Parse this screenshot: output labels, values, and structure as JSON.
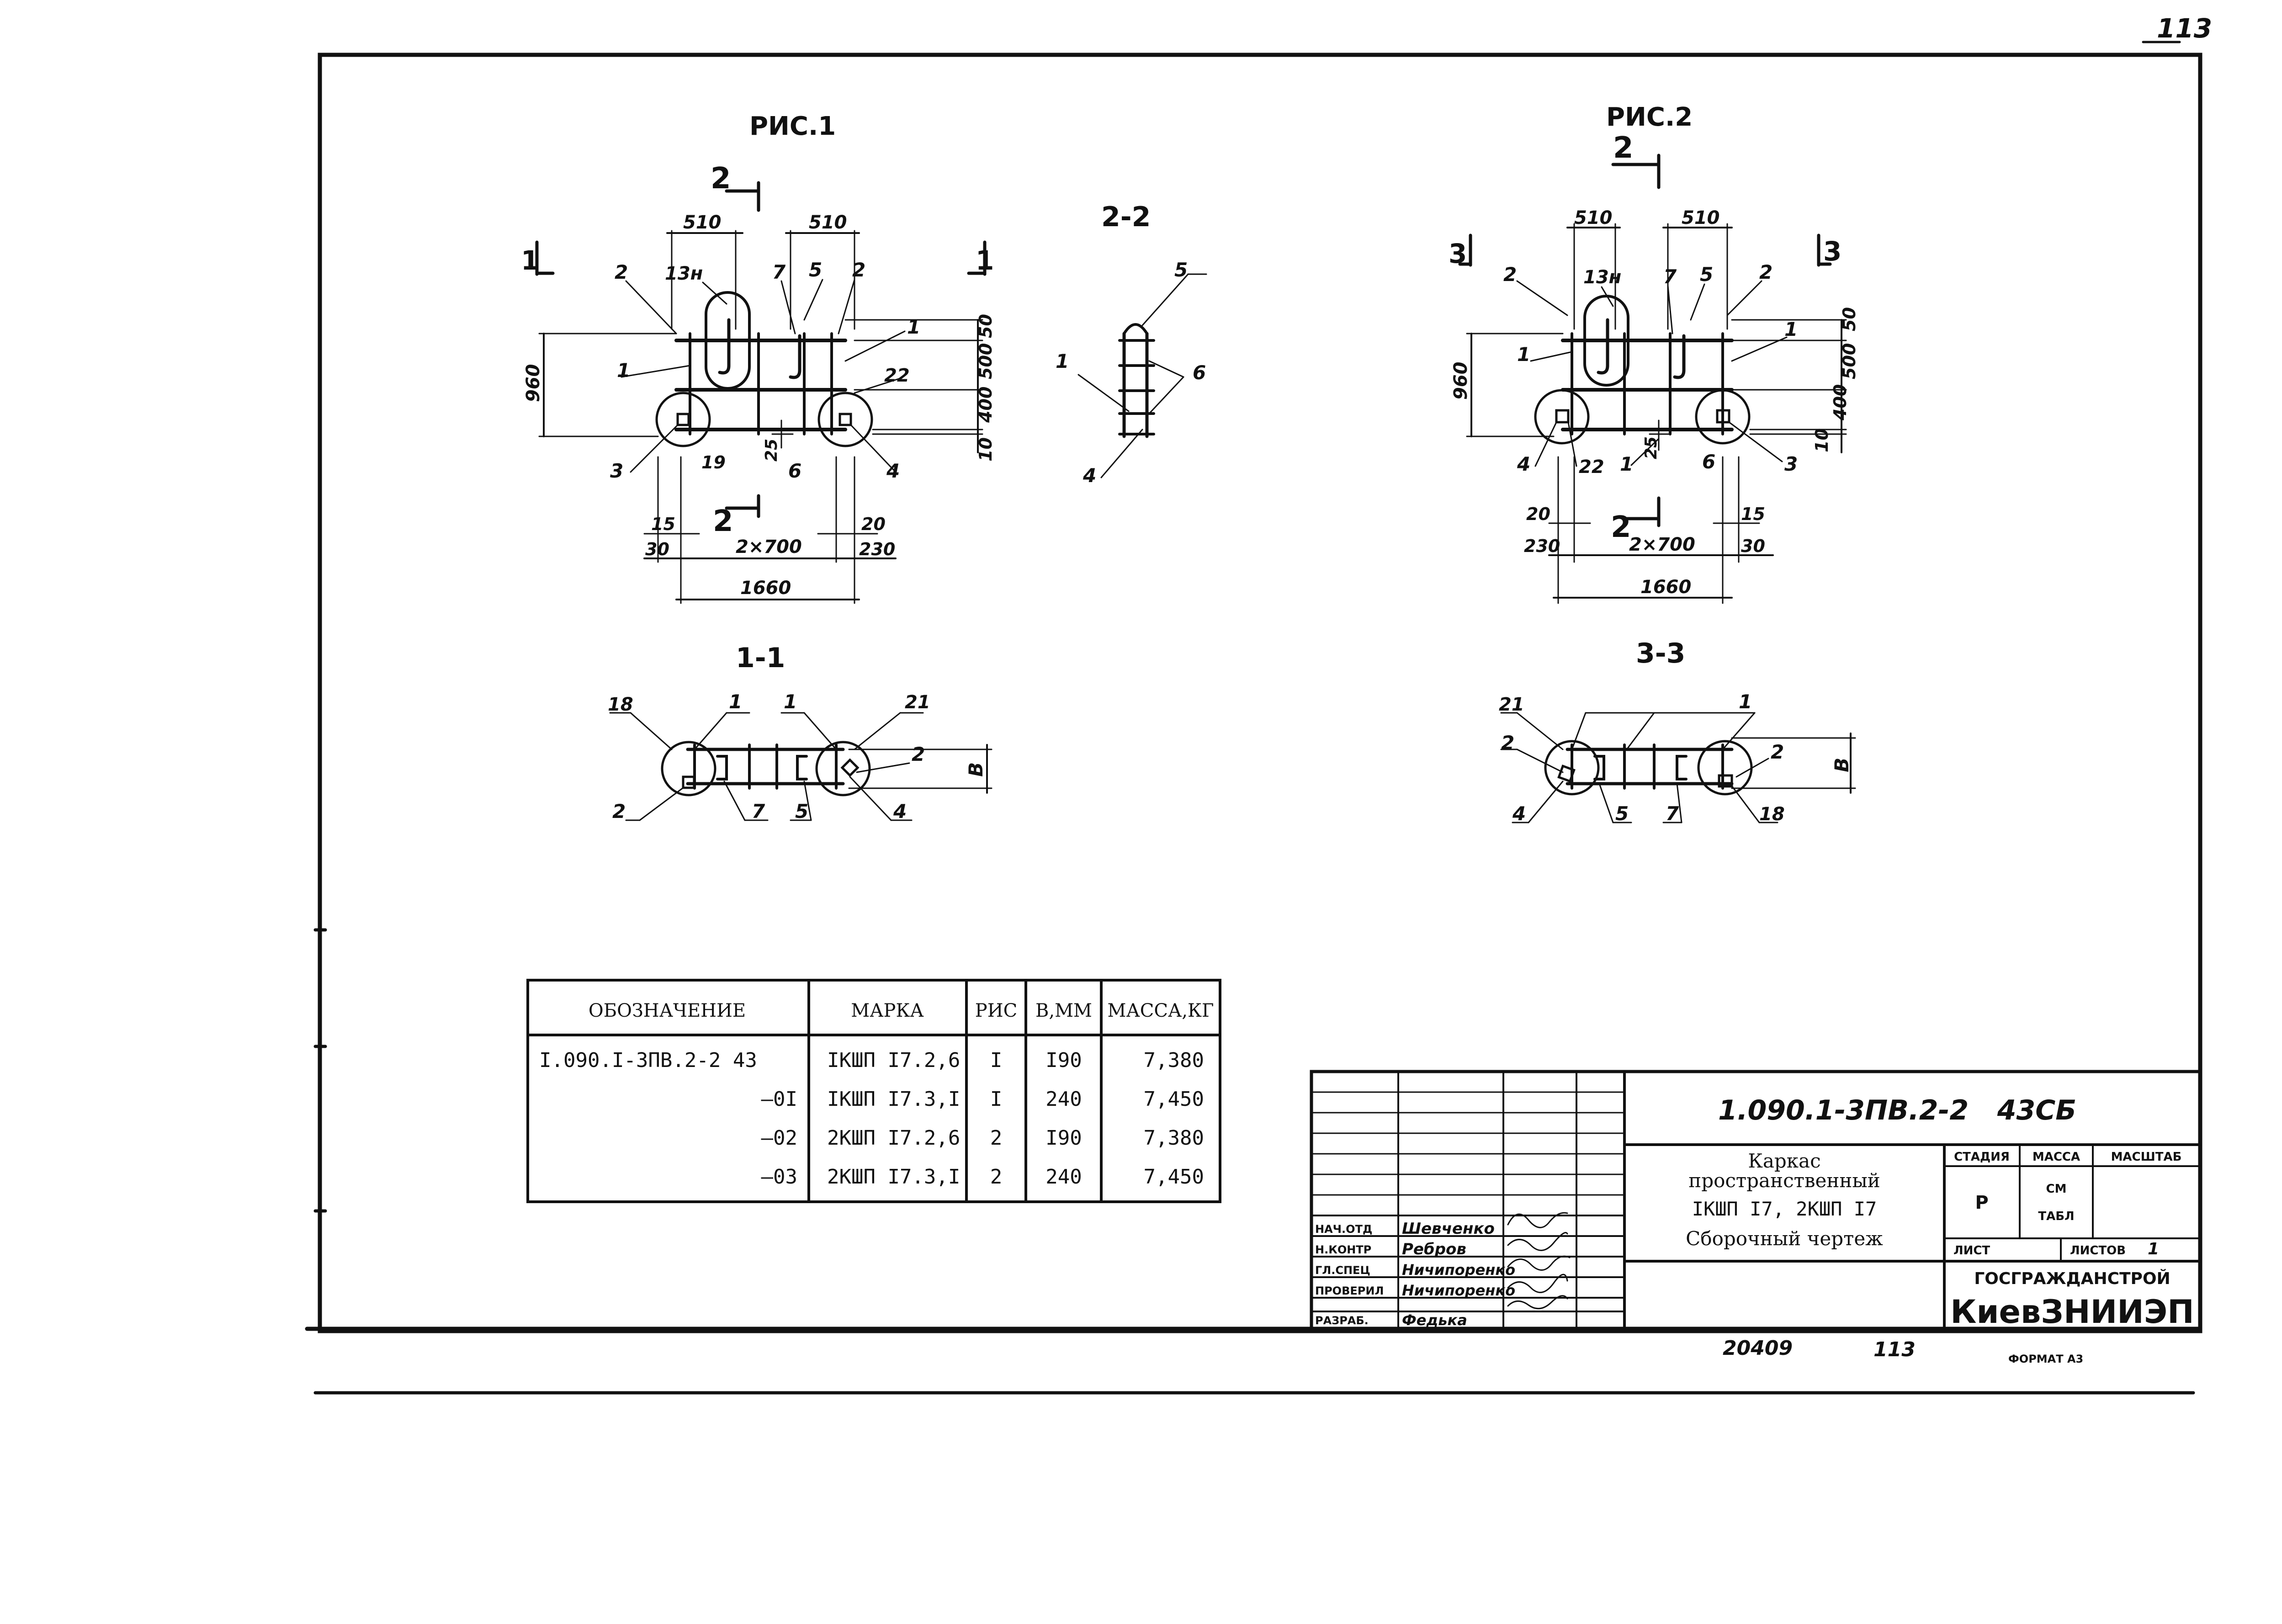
{
  "sheet_number": "113",
  "figures": {
    "fig1": {
      "title": "РИС.1",
      "cut_mark": "2",
      "section_1_mark": "1",
      "dims_top": [
        "510",
        "510"
      ],
      "dim_height": "960",
      "dims_right": [
        "50",
        "500",
        "400",
        "10"
      ],
      "dim_25": "25",
      "dims_bottom_left": [
        "15",
        "30"
      ],
      "dims_bottom_right": [
        "20",
        "230"
      ],
      "dim_span": "2×700",
      "dim_total": "1660",
      "callouts": [
        "2",
        "13н",
        "7",
        "5",
        "2",
        "1",
        "1",
        "22",
        "3",
        "19",
        "6",
        "4"
      ]
    },
    "section22": {
      "title": "2-2",
      "callouts": [
        "5",
        "1",
        "6",
        "4"
      ]
    },
    "fig2": {
      "title": "РИС.2",
      "cut_mark": "2",
      "section_3_mark": "3",
      "dims_top": [
        "510",
        "510"
      ],
      "dim_height": "960",
      "dims_right": [
        "50",
        "500",
        "400",
        "10"
      ],
      "dim_25": "25",
      "dims_bottom_left": [
        "20",
        "230"
      ],
      "dims_bottom_right": [
        "15",
        "30"
      ],
      "dim_span": "2×700",
      "dim_total": "1660",
      "callouts": [
        "2",
        "13н",
        "7",
        "5",
        "2",
        "1",
        "1",
        "4",
        "22",
        "1",
        "6",
        "3"
      ]
    },
    "section11": {
      "title": "1-1",
      "callouts": [
        "18",
        "1",
        "1",
        "21",
        "2",
        "2",
        "7",
        "5",
        "4"
      ],
      "dim_b": "В"
    },
    "section33": {
      "title": "3-3",
      "callouts": [
        "21",
        "1",
        "2",
        "2",
        "4",
        "5",
        "7",
        "18"
      ],
      "dim_b": "В"
    }
  },
  "spec_table": {
    "headers": [
      "ОБОЗНАЧЕНИЕ",
      "МАРКА",
      "РИС",
      "В,ММ",
      "МАССА,КГ"
    ],
    "rows": [
      {
        "designation": "I.090.I-3ПВ.2-2 43",
        "mark": "IКШП I7.2,6",
        "fig": "I",
        "b": "I90",
        "mass": "7,380"
      },
      {
        "designation": "–0I",
        "mark": "IКШП I7.3,I",
        "fig": "I",
        "b": "240",
        "mass": "7,450"
      },
      {
        "designation": "–02",
        "mark": "2КШП I7.2,6",
        "fig": "2",
        "b": "I90",
        "mass": "7,380"
      },
      {
        "designation": "–03",
        "mark": "2КШП I7.3,I",
        "fig": "2",
        "b": "240",
        "mass": "7,450"
      }
    ]
  },
  "title_block": {
    "document_code": "1.090.1-3ПВ.2-2   43СБ",
    "title_lines": [
      "Каркас",
      "пространственный",
      "IКШП I7, 2КШП I7",
      "Сборочный чертеж"
    ],
    "stage_label": "СТАДИЯ",
    "mass_label": "МАССА",
    "scale_label": "МАСШТАБ",
    "stage_value": "Р",
    "mass_value_1": "СМ",
    "mass_value_2": "ТАБЛ",
    "sheet_label": "ЛИСТ",
    "sheets_label": "ЛИСТОВ",
    "sheets_value": "1",
    "org_name": "ГОСГРАЖДАНСТРОЙ",
    "org_institute": "КиевЗНИИЭП",
    "signatures": [
      {
        "role": "НАЧ.ОТД",
        "name": "Шевченко"
      },
      {
        "role": "Н.КОНТР",
        "name": "Ребров"
      },
      {
        "role": "ГЛ.СПЕЦ",
        "name": "Ничипоренко"
      },
      {
        "role": "ПРОВЕРИЛ",
        "name": "Ничипоренко"
      },
      {
        "role": "РАЗРАБ.",
        "name": "Федька"
      }
    ]
  },
  "footer": {
    "inventory_number": "20409",
    "page_number": "113",
    "format": "ФОРМАТ А3"
  }
}
